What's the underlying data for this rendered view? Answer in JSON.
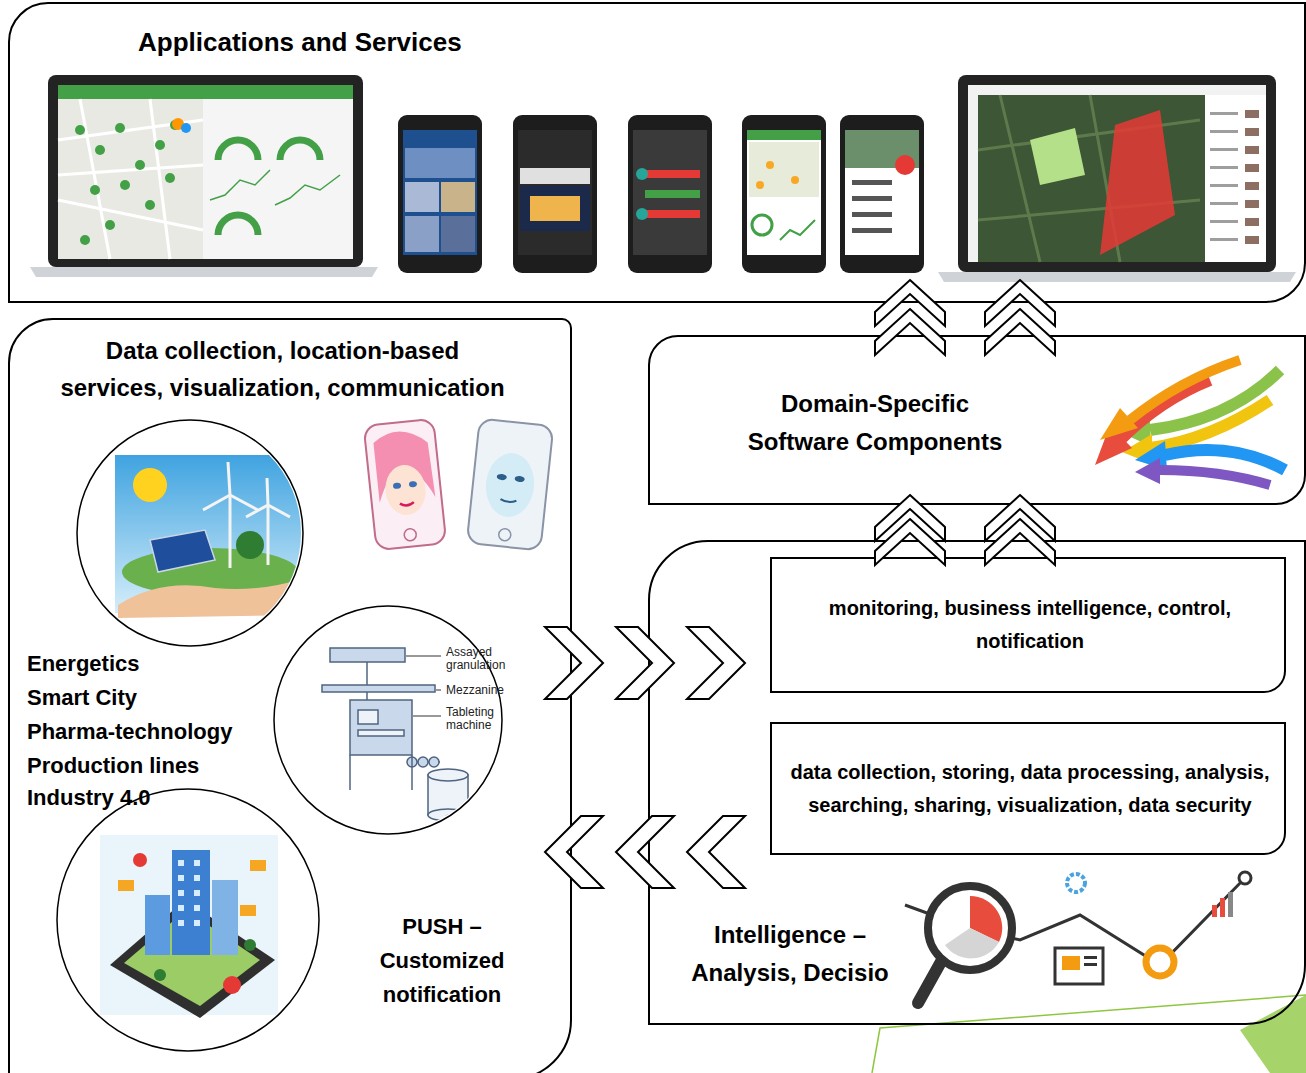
{
  "diagram": {
    "nodes": [
      {
        "text": [
          "Applications and Services"
        ]
      },
      {
        "text": [
          "Data collection, location-based services, visualization, communication",
          "Energetics",
          "Smart City",
          "Pharma-technology",
          "Production lines",
          "Industry 4.0",
          "PUSH – Customized notification"
        ]
      },
      {
        "text": [
          "Domain-Specific Software Components"
        ]
      },
      {
        "text": [
          "Intelligence – Analysis, Decisio"
        ]
      },
      {
        "text": [
          "monitoring, business intelligence, control, notification"
        ],
        "in": 3
      },
      {
        "text": [
          "data collection, storing, data processing, analysis, searching, sharing, visualization, data security"
        ],
        "in": 3
      }
    ],
    "edges": [
      {
        "from": 3,
        "to": 2,
        "arrow": "to"
      },
      {
        "from": 3,
        "to": 2,
        "arrow": "to"
      },
      {
        "from": 2,
        "to": 0,
        "arrow": "to"
      },
      {
        "from": 2,
        "to": 0,
        "arrow": "to"
      },
      {
        "from": 1,
        "to": 3,
        "arrow": "to"
      },
      {
        "from": 3,
        "to": 1,
        "arrow": "to"
      }
    ],
    "labels": [
      "Assayed granulation",
      "Mezzanine",
      "Tableting machine"
    ]
  }
}
